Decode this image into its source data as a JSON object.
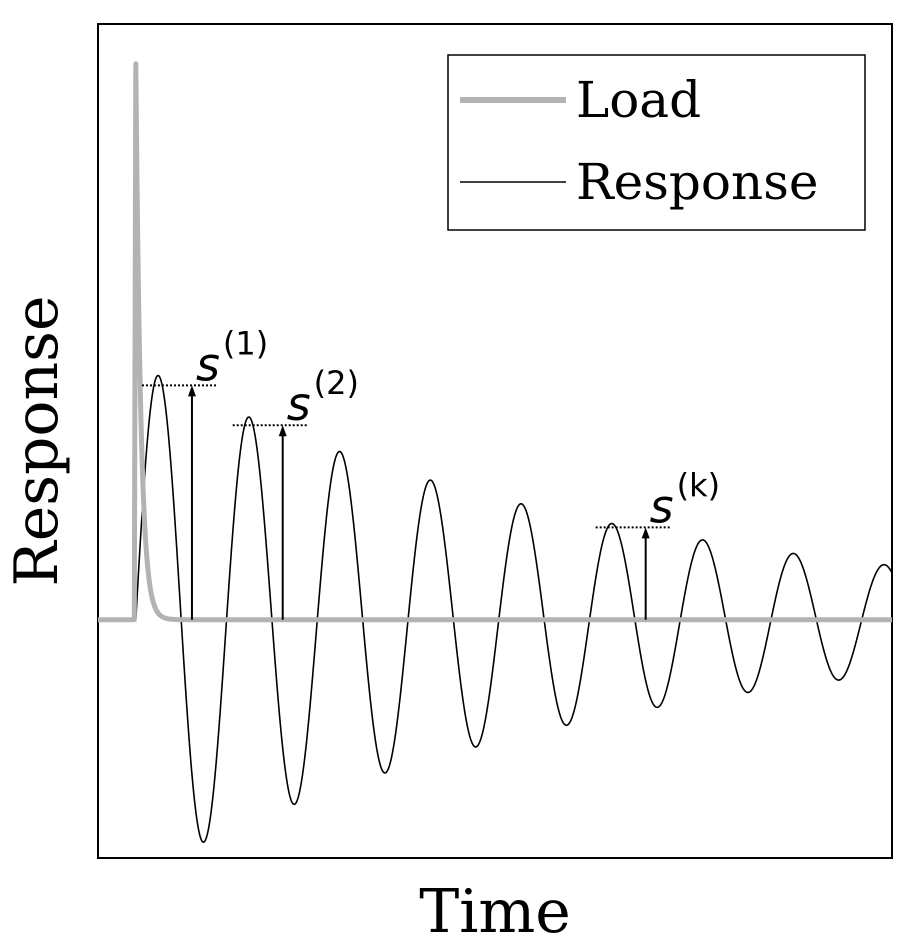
{
  "chart_data": {
    "type": "line",
    "xlabel": "Time",
    "ylabel": "Response",
    "grid": false,
    "legend_position": "top-right",
    "axis_ticks_shown": false,
    "series": [
      {
        "name": "Load",
        "color": "#b3b3b3",
        "shape": "impulse",
        "baseline": 0,
        "peak_time": 0.5,
        "peak_value": 1.4,
        "decay_rate": 15
      },
      {
        "name": "Response",
        "color": "#000000",
        "shape": "damped-sine",
        "start_time": 0.5,
        "first_peak_time": 0.74,
        "first_peak_value": 0.59,
        "period": 1.2,
        "decay_ratio_per_cycle": 0.83
      }
    ],
    "annotations": [
      {
        "label": "s",
        "superscript": "(1)",
        "target": "first peak",
        "peak_index": 0
      },
      {
        "label": "s",
        "superscript": "(2)",
        "target": "second peak",
        "peak_index": 1
      },
      {
        "label": "s",
        "superscript": "(k)",
        "target": "k-th peak",
        "peak_index": 5
      }
    ],
    "colors": {
      "frame": "#000000",
      "load": "#b3b3b3",
      "response": "#000000",
      "marker_line": "#000000"
    }
  }
}
